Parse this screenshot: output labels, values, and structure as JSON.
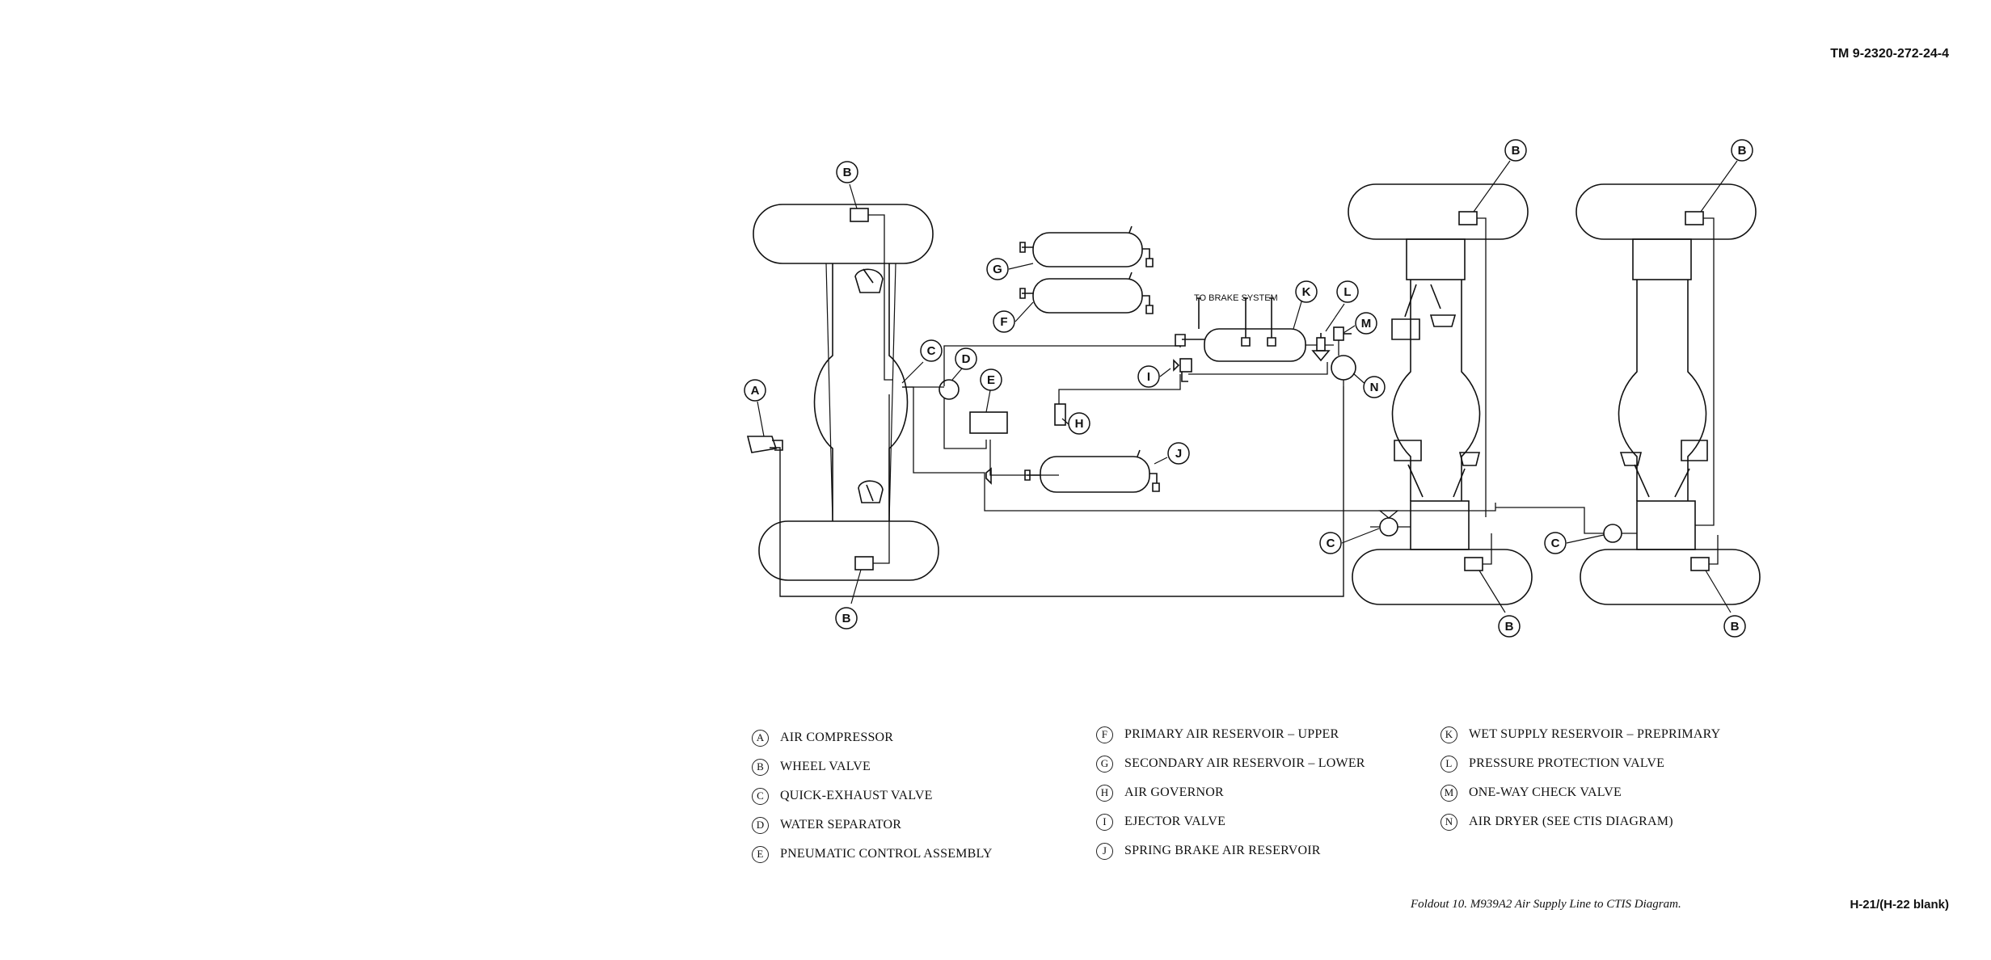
{
  "document": {
    "number": "TM 9-2320-272-24-4",
    "caption": "Foldout 10.  M939A2 Air Supply Line to CTIS Diagram.",
    "page": "H-21/(H-22 blank)"
  },
  "diagram": {
    "annotation_to_brake": "TO BRAKE SYSTEM",
    "callouts": {
      "a": "A",
      "b": "B",
      "c": "C",
      "d": "D",
      "e": "E",
      "f": "F",
      "g": "G",
      "h": "H",
      "i": "I",
      "j": "J",
      "k": "K",
      "l": "L",
      "m": "M",
      "n": "N"
    }
  },
  "legend": {
    "columns": [
      [
        {
          "key": "A",
          "label": "AIR COMPRESSOR"
        },
        {
          "key": "B",
          "label": "WHEEL VALVE"
        },
        {
          "key": "C",
          "label": "QUICK-EXHAUST VALVE"
        },
        {
          "key": "D",
          "label": "WATER SEPARATOR"
        },
        {
          "key": "E",
          "label": "PNEUMATIC CONTROL ASSEMBLY"
        }
      ],
      [
        {
          "key": "F",
          "label": "PRIMARY AIR RESERVOIR – UPPER"
        },
        {
          "key": "G",
          "label": "SECONDARY AIR RESERVOIR – LOWER"
        },
        {
          "key": "H",
          "label": "AIR GOVERNOR"
        },
        {
          "key": "I",
          "label": "EJECTOR VALVE"
        },
        {
          "key": "J",
          "label": "SPRING BRAKE AIR RESERVOIR"
        }
      ],
      [
        {
          "key": "K",
          "label": "WET SUPPLY RESERVOIR – PREPRIMARY"
        },
        {
          "key": "L",
          "label": "PRESSURE PROTECTION VALVE"
        },
        {
          "key": "M",
          "label": "ONE-WAY CHECK VALVE"
        },
        {
          "key": "N",
          "label": "AIR DRYER (SEE CTIS DIAGRAM)"
        }
      ]
    ]
  }
}
